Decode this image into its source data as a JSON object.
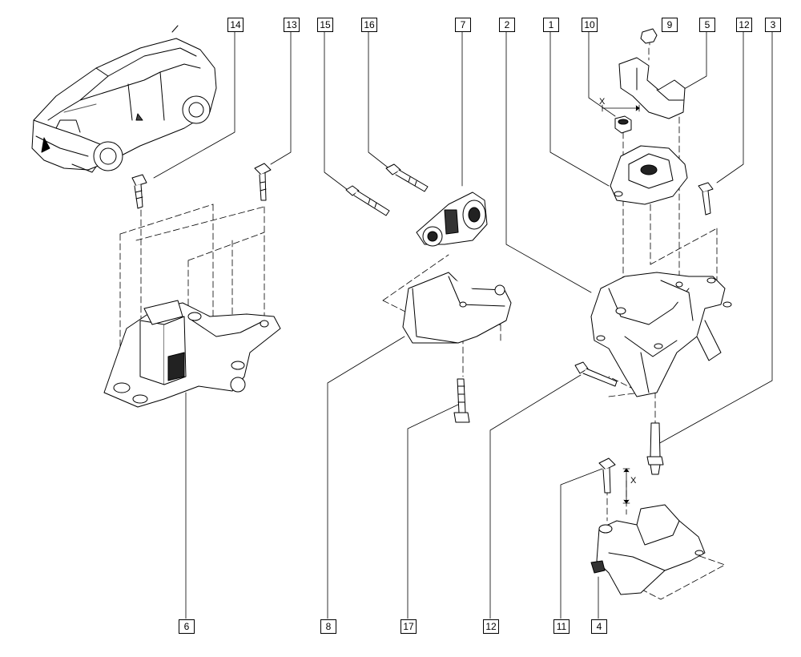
{
  "diagram": {
    "callouts": {
      "c14": "14",
      "c13": "13",
      "c15": "15",
      "c16": "16",
      "c7": "7",
      "c2": "2",
      "c1": "1",
      "c10": "10",
      "c9": "9",
      "c5": "5",
      "c12_top": "12",
      "c3": "3",
      "c6": "6",
      "c8": "8",
      "c17": "17",
      "c12_bottom": "12",
      "c11": "11",
      "c4": "4"
    },
    "dimension_labels": {
      "x_upper": "X",
      "x_lower": "X"
    }
  }
}
